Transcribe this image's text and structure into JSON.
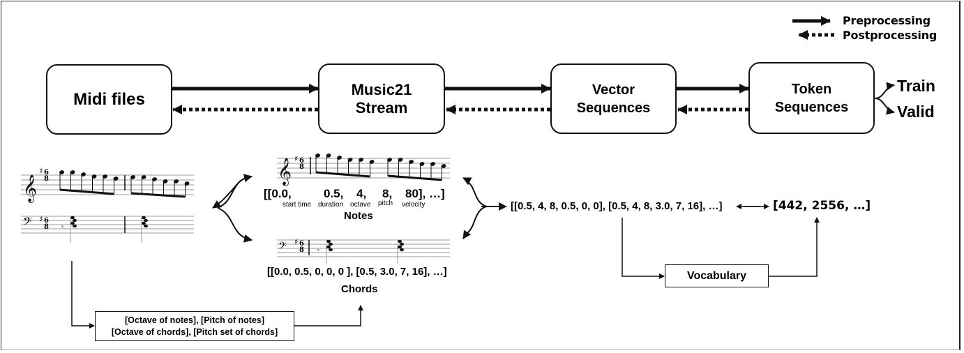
{
  "legend": {
    "preprocessing": "Preprocessing",
    "postprocessing": "Postprocessing"
  },
  "pipeline": {
    "midi_files": "Midi files",
    "music21_line1": "Music21",
    "music21_line2": "Stream",
    "vector_line1": "Vector",
    "vector_line2": "Sequences",
    "token_line1": "Token",
    "token_line2": "Sequences",
    "train": "Train",
    "valid": "Valid"
  },
  "notes": {
    "values": [
      "[[0.0,",
      "0.5,",
      "4,",
      "8,",
      "80], …]"
    ],
    "fields": [
      "start time",
      "duration",
      "octave",
      "pitch",
      "velocity"
    ],
    "caption": "Notes"
  },
  "chords": {
    "values": "[[0.0, 0.5, 0, 0, 0 ], [0.5, 3.0, 7, 16], …]",
    "caption": "Chords"
  },
  "vector_example": "[[0.5, 4, 8, 0.5, 0, 0], [0.5, 4, 8, 3.0, 7, 16], …]",
  "token_example": "[442, 2556, …]",
  "vocabulary": "Vocabulary",
  "features_box": {
    "line1": "[Octave of notes], [Pitch of notes]",
    "line2": "[Octave of chords], [Pitch set of chords]"
  },
  "score": {
    "time_signature_top": "6",
    "time_signature_bottom": "8"
  }
}
